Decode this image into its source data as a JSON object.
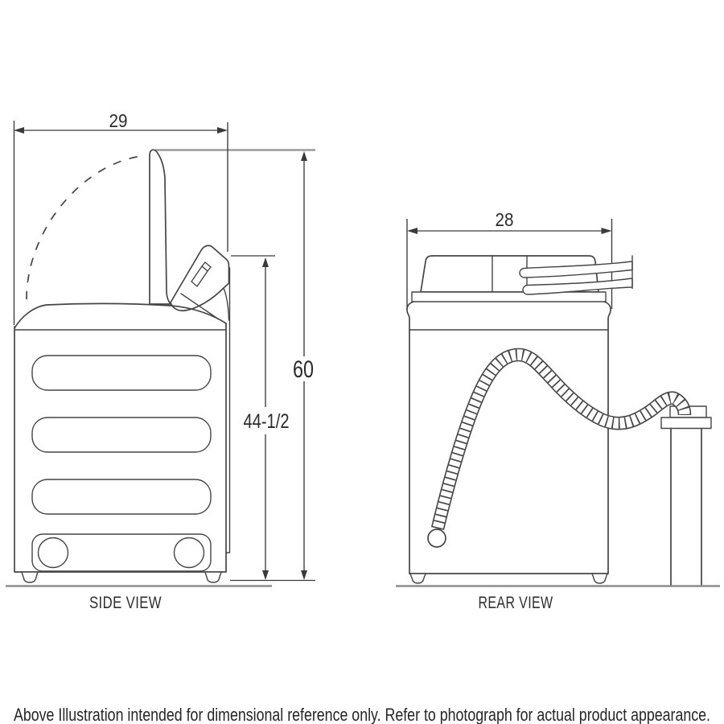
{
  "side_view": {
    "label": "SIDE VIEW",
    "dims": {
      "width": "29",
      "height_lid_open": "60",
      "height_to_console": "44-1/2"
    }
  },
  "rear_view": {
    "label": "REAR VIEW",
    "dims": {
      "width": "28"
    }
  },
  "footer": {
    "note": "Above Illustration intended for dimensional reference only. Refer to photograph for actual product appearance."
  },
  "colors": {
    "line": "#454545",
    "dimension": "#3a3a3a",
    "extension_gray": "#9c9c9c",
    "ground_gray": "#8c8c8c",
    "text": "#2b2b2b",
    "background": "#ffffff"
  }
}
